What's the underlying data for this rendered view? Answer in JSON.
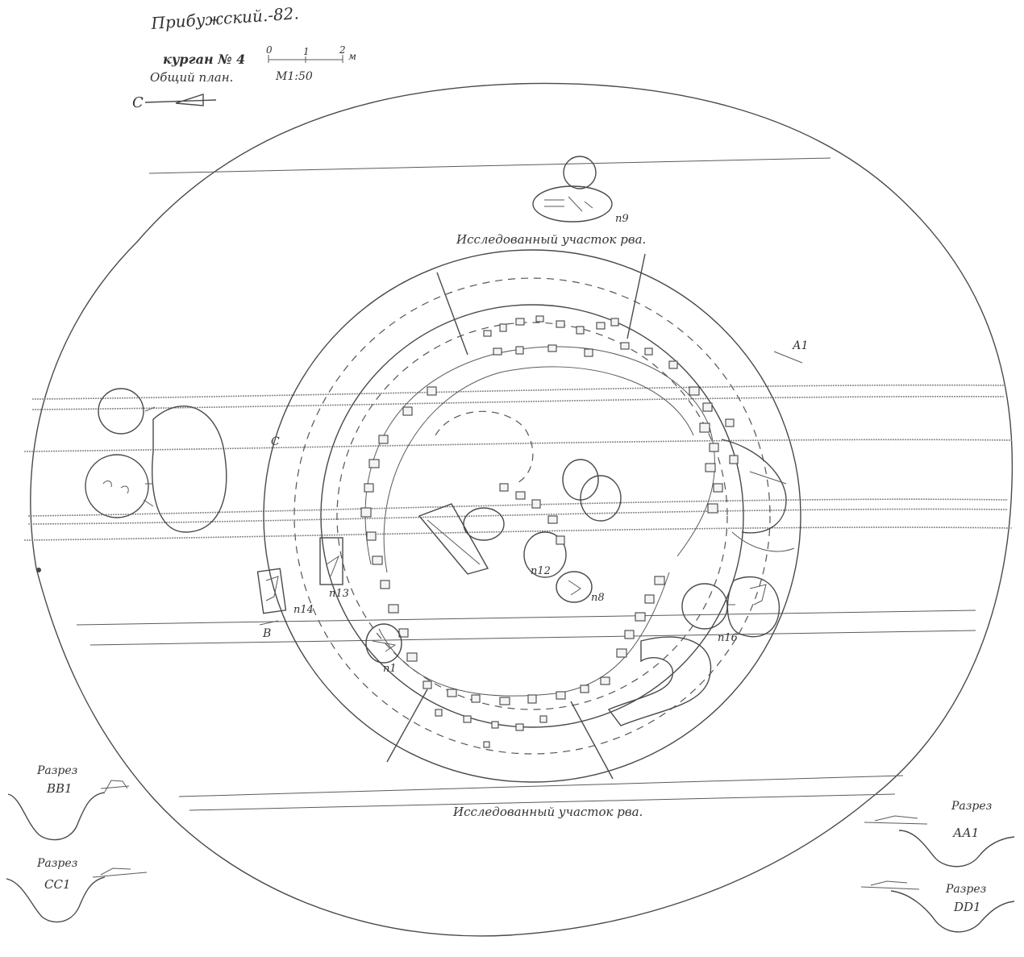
{
  "header": {
    "site": "Прибужский.-82.",
    "kurgan": "курган № 4",
    "plan_type": "Общий план.",
    "scale_ticks": [
      "0",
      "1",
      "2",
      "м"
    ],
    "scale_ratio": "М1:50",
    "north": "С"
  },
  "labels": {
    "ditch_top": "Исследованный участок рва.",
    "ditch_bottom": "Исследованный участок рва.",
    "burial_9": "п9",
    "burial_12": "п12",
    "burial_8": "п8",
    "burial_16": "п16",
    "burial_13": "п13",
    "burial_14": "п14",
    "burial_1": "п1",
    "point_a1": "А1",
    "point_c": "С",
    "point_b": "В"
  },
  "sections": {
    "bb": {
      "word": "Разрез",
      "code": "ВВ1"
    },
    "cc": {
      "word": "Разрез",
      "code": "СС1"
    },
    "aa": {
      "word": "Разрез",
      "code": "АА1"
    },
    "dd": {
      "word": "Разрез",
      "code": "DD1"
    }
  }
}
